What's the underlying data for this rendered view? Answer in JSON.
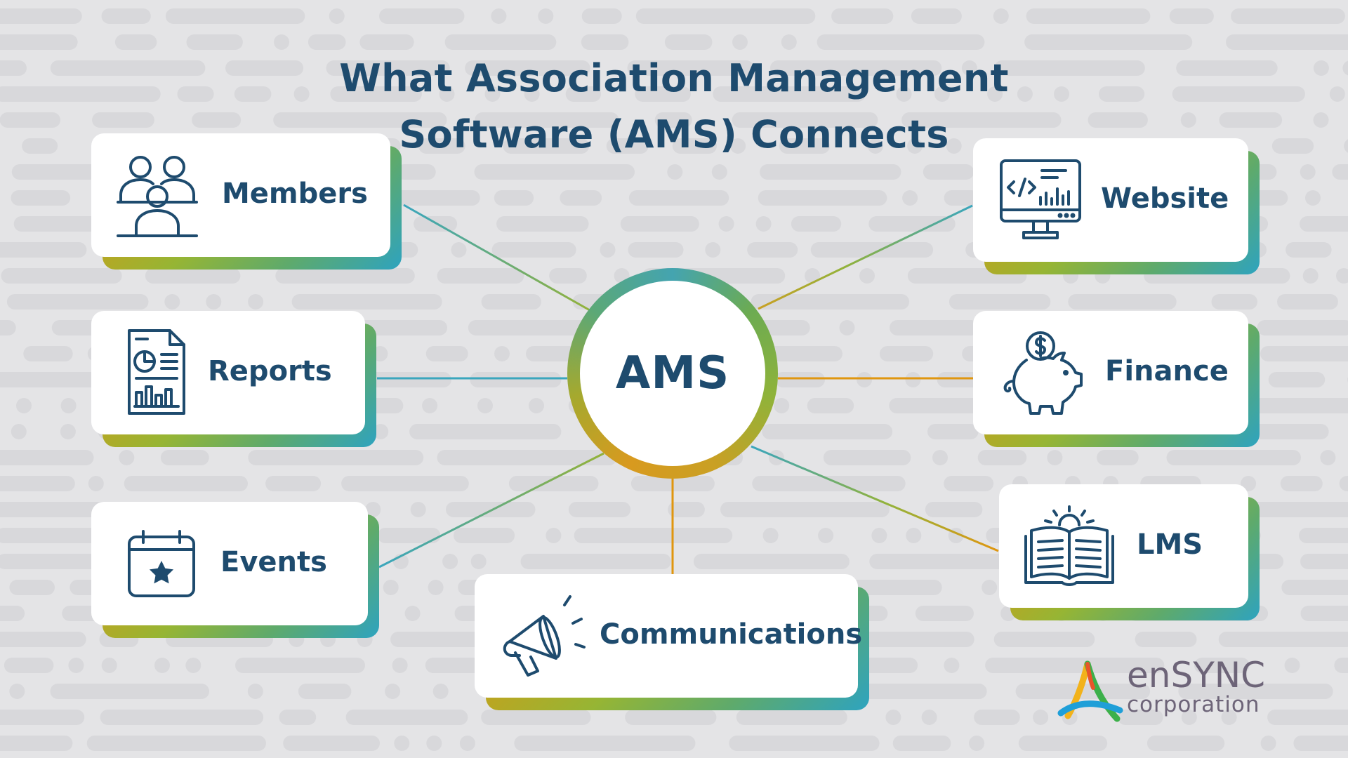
{
  "title": {
    "line1": "What Association Management",
    "line2": "Software (AMS) Connects"
  },
  "hub": {
    "label": "AMS"
  },
  "nodes": [
    {
      "id": "members",
      "label": "Members",
      "icon": "people-group-icon"
    },
    {
      "id": "reports",
      "label": "Reports",
      "icon": "report-document-icon"
    },
    {
      "id": "events",
      "label": "Events",
      "icon": "calendar-star-icon"
    },
    {
      "id": "communications",
      "label": "Communications",
      "icon": "megaphone-icon"
    },
    {
      "id": "website",
      "label": "Website",
      "icon": "monitor-code-icon"
    },
    {
      "id": "finance",
      "label": "Finance",
      "icon": "piggy-bank-icon"
    },
    {
      "id": "lms",
      "label": "LMS",
      "icon": "open-book-icon"
    }
  ],
  "colors": {
    "text": "#1e4b6e",
    "background": "#e4e4e6",
    "teal": "#2ea3bf",
    "green": "#8fb33a",
    "orange": "#e0960f",
    "logo_text": "#6d6478"
  },
  "logo": {
    "name": "enSYNC",
    "subtitle": "corporation"
  }
}
